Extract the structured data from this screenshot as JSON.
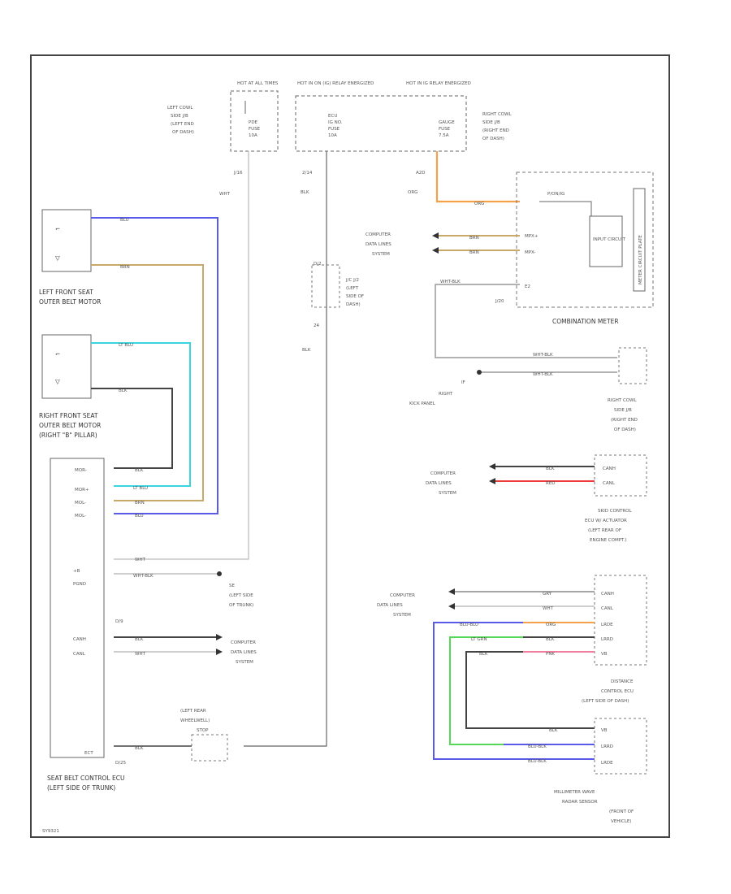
{
  "colors": {
    "blu": "#5a5ae8",
    "brn": "#c9a96a",
    "lt_blu": "#3ad6e0",
    "blk": "#333333",
    "org": "#f5a14a",
    "red": "#ee3a3a",
    "pnk": "#f07fa0",
    "lt_grn": "#55d855",
    "gray": "#888888",
    "wht": "#bdbdbd"
  },
  "top_boxes": {
    "hot_at_all": "HOT AT ALL TIMES",
    "hot_in_on": "HOT IN ON (IG) RELAY ENERGIZED",
    "hot_in_acc": "HOT IN IG RELAY ENERGIZED",
    "fuse1": [
      "PDE",
      "FUSE",
      "10A"
    ],
    "fuse2": [
      "ECU",
      "IG NO.",
      "FUSE",
      "10A"
    ],
    "fuse3": [
      "GAUGE",
      "FUSE",
      "7.5A"
    ],
    "left_cowl": [
      "LEFT COWL",
      "SIDE J/B",
      "(LEFT END",
      "OF DASH)"
    ],
    "right_cowl": [
      "RIGHT COWL",
      "SIDE J/B",
      "(RIGHT END",
      "OF DASH)"
    ],
    "conn1": "J/16",
    "conn2": "2/14",
    "conn3": "A2D"
  },
  "wire_labels": {
    "wht": "WHT",
    "blk": "BLK",
    "org": "ORG",
    "blk2": "BLK"
  },
  "seat_motors": {
    "left_front": [
      "LEFT FRONT SEAT",
      "OUTER BELT MOTOR"
    ],
    "right_front": [
      "RIGHT FRONT SEAT",
      "OUTER BELT MOTOR",
      "(RIGHT \"B\" PILLAR)"
    ],
    "wires_lf": [
      "BLU",
      "BRN"
    ],
    "wires_rf": [
      "LT BLU",
      "BLK"
    ]
  },
  "junction": {
    "label": [
      "J/C J/2",
      "(LEFT",
      "SIDE OF",
      "DASH)"
    ],
    "pins": [
      "D/2",
      "24"
    ]
  },
  "combination_meter": {
    "title": "COMBINATION METER",
    "side": "METER CIRCUIT PLATE",
    "input": "INPUT CIRCUIT",
    "pins": [
      "P/ON/IG",
      "MPX+",
      "MPX-",
      "E2"
    ],
    "conn": "J/20",
    "computer": [
      "COMPUTER",
      "DATA LINES",
      "SYSTEM"
    ],
    "wires": [
      "ORG",
      "BRN",
      "BRN"
    ],
    "ground_wire": "WHT-BLK"
  },
  "right_cowl_bottom": {
    "label": [
      "RIGHT COWL",
      "SIDE J/B",
      "(RIGHT END",
      "OF DASH)"
    ],
    "wires": [
      "WHT-BLK",
      "WHT-BLK"
    ],
    "ground": [
      "IF",
      "RIGHT",
      "KICK PANEL"
    ]
  },
  "skid_control": {
    "label": [
      "SKID CONTROL",
      "ECU W/ ACTUATOR",
      "(LEFT REAR OF",
      "ENGINE COMPT.)"
    ],
    "pins": [
      "CANH",
      "CANL"
    ],
    "computer": [
      "COMPUTER",
      "DATA LINES",
      "SYSTEM"
    ],
    "wires": [
      "BLK",
      "RED"
    ]
  },
  "seat_belt_ecu": {
    "label": [
      "SEAT BELT CONTROL ECU",
      "(LEFT SIDE OF TRUNK)"
    ],
    "pins": [
      "MOR-",
      "MOR+",
      "MOL-",
      "MOL-",
      "",
      "",
      "",
      "+B",
      "PGND",
      "",
      "",
      "CANH",
      "CANL",
      "",
      "",
      "",
      "",
      "",
      "ECT"
    ],
    "conns": [
      "D/9",
      "D/25"
    ],
    "wires": [
      "BLK",
      "LT BLU",
      "BRN",
      "BLU",
      "WHT",
      "WHT-BLK",
      "BLK",
      "WHT",
      "BLK"
    ],
    "ground": [
      "SE",
      "(LEFT SIDE",
      "OF TRUNK)"
    ],
    "computer": [
      "COMPUTER",
      "DATA LINES",
      "SYSTEM"
    ]
  },
  "rear_wheel": {
    "label": [
      "(LEFT REAR",
      "WHEELWELL)"
    ],
    "inner": "STOP"
  },
  "distance_control": {
    "label": [
      "DISTANCE",
      "CONTROL ECU",
      "(LEFT SIDE OF DASH)"
    ],
    "pins": [
      "CANH",
      "CANL",
      "LRDE",
      "LRRD",
      "VB"
    ],
    "computer": [
      "COMPUTER",
      "DATA LINES",
      "SYSTEM"
    ],
    "wires": [
      "GRY",
      "WHT",
      "BLU-BLU",
      "LT GRN",
      "BLK",
      "ORG",
      "BLK",
      "PNK"
    ]
  },
  "radar_sensor": {
    "label": [
      "MILLIMETER WAVE",
      "RADAR SENSOR",
      "(FRONT OF",
      "VEHICLE)"
    ],
    "pins": [
      "VB",
      "LRRD",
      "LRDE"
    ],
    "wires": [
      "BLK",
      "BLU-BLK",
      "BLU-BLK"
    ]
  },
  "footer_code": "SY9321"
}
